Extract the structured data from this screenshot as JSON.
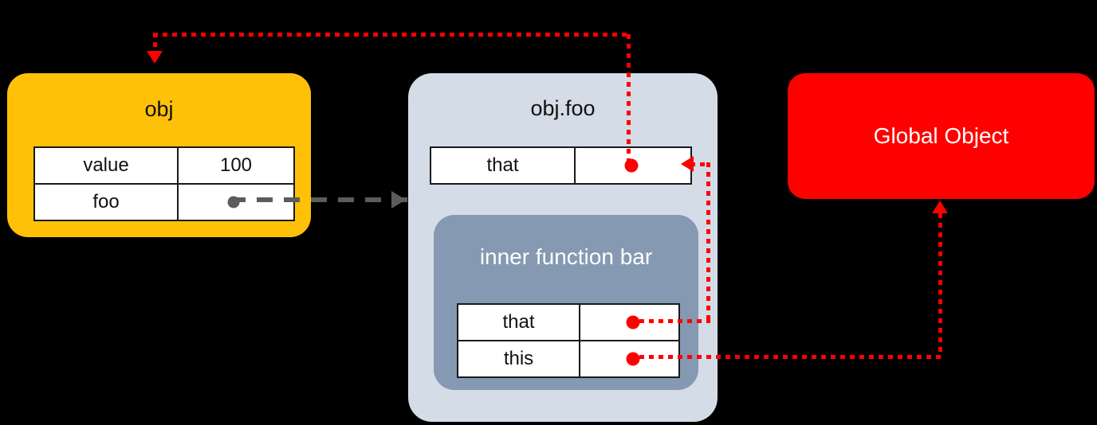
{
  "diagram": {
    "title_obj": "obj",
    "title_objfoo": "obj.foo",
    "title_inner": "inner function bar",
    "title_global": "Global Object",
    "colors": {
      "obj_box": "#FFC107",
      "objfoo_box": "#D4DCE8",
      "inner_box": "#8599B2",
      "global_box": "#FF0000",
      "red_arrow": "#FF0000",
      "gray_arrow": "#5C5C5C",
      "background": "#000000"
    },
    "obj_table": {
      "rows": [
        {
          "key": "value",
          "value": "100",
          "value_kind": "text"
        },
        {
          "key": "foo",
          "value": "",
          "value_kind": "pointer-dot-gray"
        }
      ]
    },
    "objfoo_table": {
      "rows": [
        {
          "key": "that",
          "value": "",
          "value_kind": "pointer-dot-red"
        }
      ]
    },
    "inner_table": {
      "rows": [
        {
          "key": "that",
          "value": "",
          "value_kind": "pointer-dot-red"
        },
        {
          "key": "this",
          "value": "",
          "value_kind": "pointer-dot-red"
        }
      ]
    },
    "connectors": [
      {
        "name": "objfoo-that-to-obj",
        "from": "obj.foo.that",
        "to": "obj",
        "style": "red-dotted",
        "arrowhead": "down"
      },
      {
        "name": "obj-foo-to-objfoo",
        "from": "obj.foo-slot",
        "to": "obj.foo",
        "style": "gray-dashed",
        "arrowhead": "right"
      },
      {
        "name": "inner-that-to-objfoo-that",
        "from": "bar.that",
        "to": "obj.foo.that",
        "style": "red-dotted",
        "arrowhead": "left"
      },
      {
        "name": "inner-this-to-global",
        "from": "bar.this",
        "to": "Global Object",
        "style": "red-dotted",
        "arrowhead": "up"
      }
    ]
  }
}
